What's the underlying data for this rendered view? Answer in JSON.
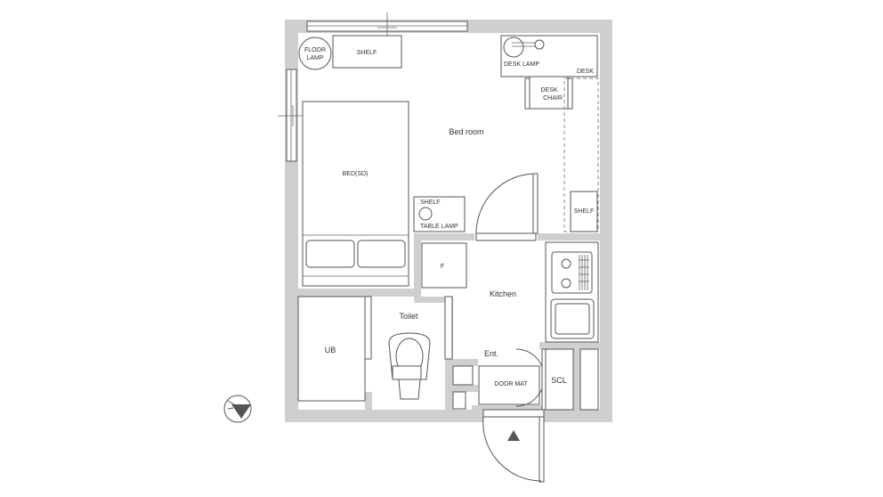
{
  "rooms": {
    "bedroom": "Bed room",
    "kitchen": "Kitchen",
    "toilet": "Toilet",
    "ub": "UB",
    "entrance": "Ent.",
    "scl": "SCL"
  },
  "furniture": {
    "floor_lamp_1": "FLOOR",
    "floor_lamp_2": "LAMP",
    "shelf_top": "SHELF",
    "desk_lamp": "DESK LAMP",
    "desk": "DESK",
    "desk_chair_1": "DESK",
    "desk_chair_2": "CHAIR",
    "bed": "BED(SD)",
    "shelf_small": "SHELF",
    "table_lamp": "TABLE LAMP",
    "shelf_right": "SHELF",
    "fridge": "F",
    "door_mat": "DOOR MAT"
  },
  "colors": {
    "wall": "#cfcfcf",
    "line": "#555555"
  }
}
